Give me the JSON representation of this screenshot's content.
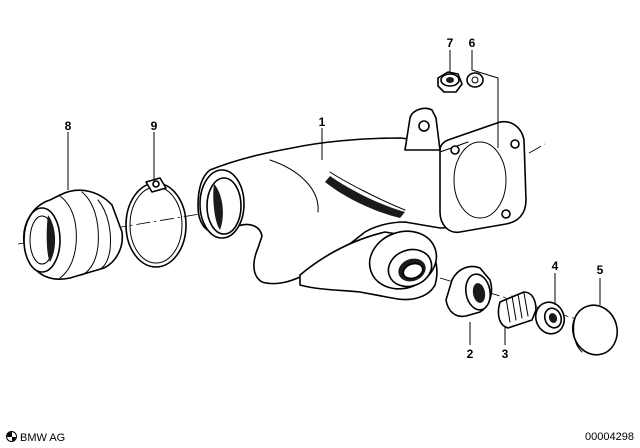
{
  "callouts": {
    "c1": "1",
    "c2": "2",
    "c3": "3",
    "c4": "4",
    "c5": "5",
    "c6": "6",
    "c7": "7",
    "c8": "8",
    "c9": "9"
  },
  "footer": {
    "copyright": "BMW AG",
    "copyright_icon": "bmw-roundel-icon",
    "diagram_id": "00004298"
  }
}
